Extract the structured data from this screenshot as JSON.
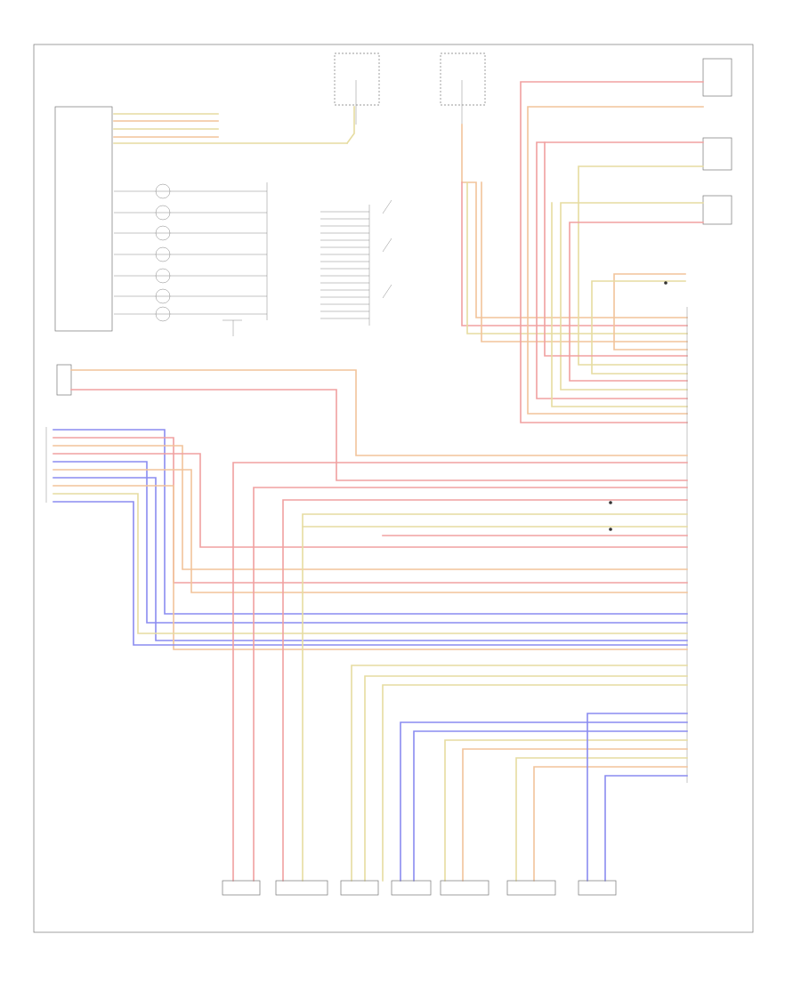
{
  "colors": {
    "red": "#f0a0a0",
    "orange": "#f2c39a",
    "yellow": "#e6dca0",
    "blue": "#8a8cf0",
    "frame": "#777777"
  },
  "footer_code": "",
  "labels": {
    "fuse_left": "",
    "fuse_right": "",
    "switch_top": "",
    "switch_mid": "",
    "switch_bot": "",
    "right_connector": "",
    "bottom_right_connector": "",
    "infotainment_panel": "",
    "ground": ""
  },
  "speakers": [
    {
      "id": "lf-tweeter",
      "label": ""
    },
    {
      "id": "lf-door",
      "label": ""
    },
    {
      "id": "center",
      "label": ""
    },
    {
      "id": "rf-door",
      "label": ""
    },
    {
      "id": "lr-door",
      "label": ""
    },
    {
      "id": "rr-door",
      "label": ""
    },
    {
      "id": "lr-tweeter",
      "label": ""
    }
  ]
}
